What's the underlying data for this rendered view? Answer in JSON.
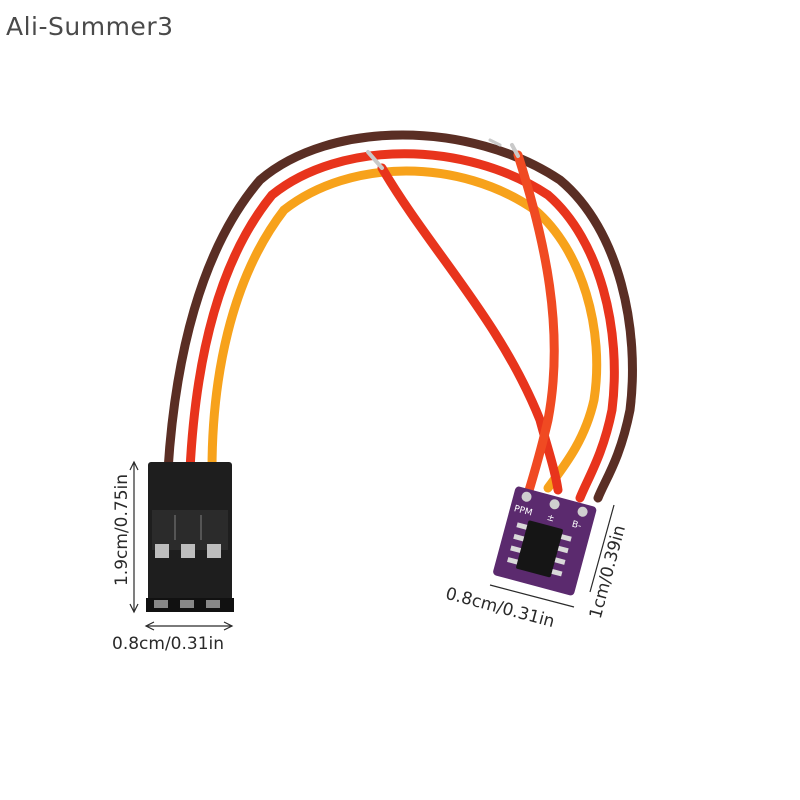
{
  "watermark": "Ali-Summer3",
  "dimensions": {
    "connector_height": "1.9cm/0.75in",
    "connector_width": "0.8cm/0.31in",
    "board_width": "0.8cm/0.31in",
    "board_height": "1cm/0.39in"
  },
  "board_labels": {
    "ppm": "PPM",
    "gnd": "±",
    "b": "B-"
  },
  "colors": {
    "wire_brown": "#5a2e24",
    "wire_red": "#e8341c",
    "wire_orange": "#f7a21b",
    "connector": "#1e1e1e",
    "board": "#5b2a6e"
  }
}
